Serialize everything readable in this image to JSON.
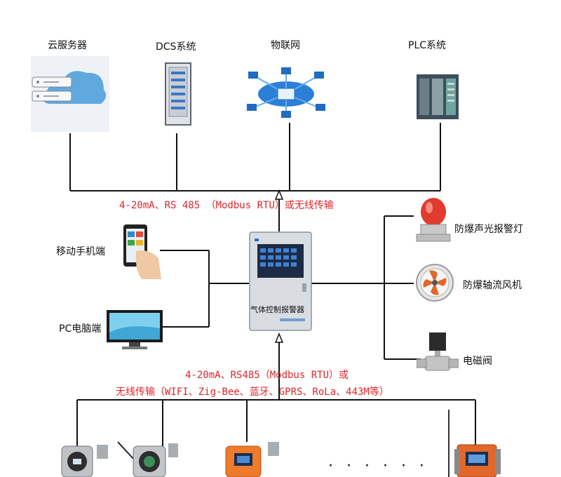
{
  "top_systems": {
    "cloud": "云服务器",
    "dcs": "DCS系统",
    "iot": "物联网",
    "plc": "PLC系统"
  },
  "links": {
    "upper": "4-20mA、RS 485 （Modbus RTU）或无线传输",
    "lower_line1": "4-20mA、RS485（Modbus RTU）或",
    "lower_line2": "无线传输（WIFI、Zig-Bee、蓝牙、GPRS、RoLa、443M等）"
  },
  "clients": {
    "mobile": "移动手机端",
    "pc": "PC电脑端"
  },
  "controller": {
    "name": "气体控制报警器"
  },
  "outputs": {
    "alarm_light": "防爆声光报警灯",
    "fan": "防爆轴流风机",
    "valve": "电磁阀"
  },
  "detectors": {
    "ellipsis": "· · ·   · · ·"
  },
  "colors": {
    "link_text": "#e0262b",
    "wire": "#111111"
  }
}
